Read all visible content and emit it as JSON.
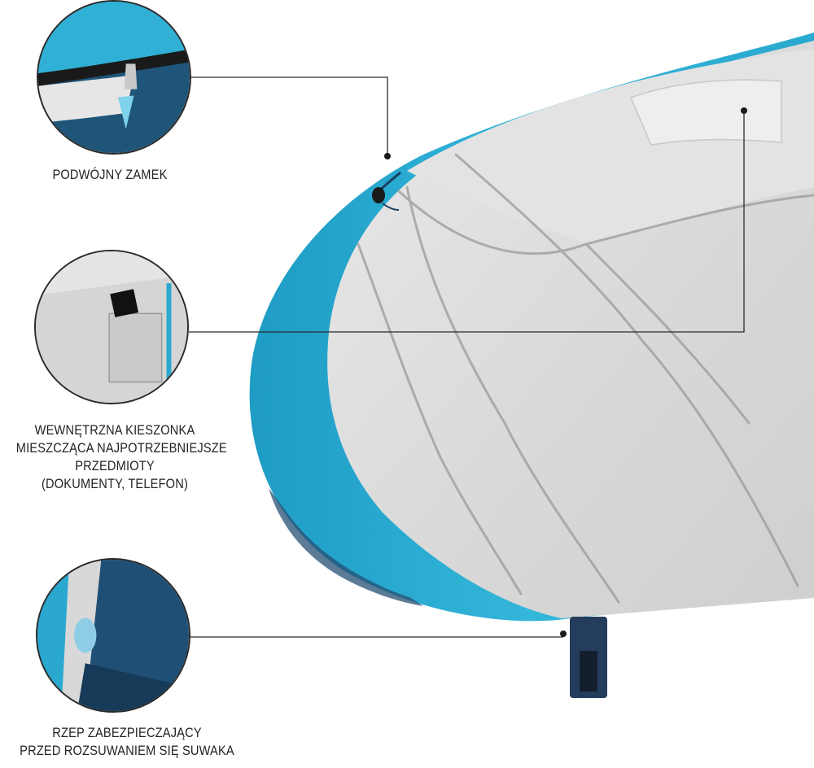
{
  "callouts": [
    {
      "id": "zip",
      "caption_lines": [
        "PODWÓJNY ZAMEK"
      ]
    },
    {
      "id": "pocket",
      "caption_lines": [
        "WEWNĘTRZNA KIESZONKA",
        "MIESZCZĄCA NAJPOTRZEBNIEJSZE",
        "PRZEDMIOTY",
        "(DOKUMENTY, TELEFON)"
      ]
    },
    {
      "id": "velcro",
      "caption_lines": [
        "RZEP ZABEZPIECZAJĄCY",
        "PRZED ROZSUWANIEM  SIĘ SUWAKA"
      ]
    }
  ],
  "colors": {
    "shell_turquoise": "#2aa8cf",
    "shell_navy": "#1f4a6e",
    "lining_grey": "#d9d9d9",
    "leader_line": "#2a2a2a",
    "caption_text": "#222222"
  }
}
